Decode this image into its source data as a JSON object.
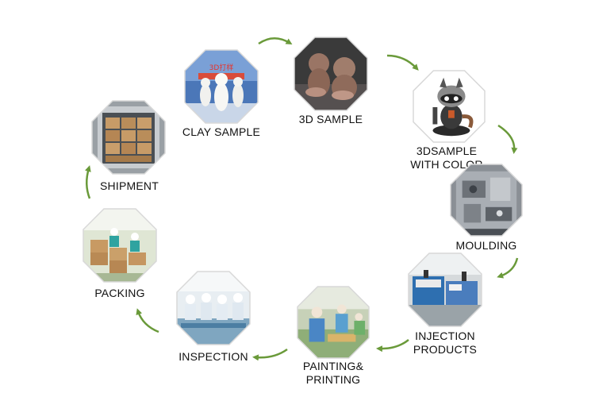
{
  "steps": [
    {
      "label": "CLAY SAMPLE",
      "icon": "white-figurine-photo"
    },
    {
      "label": "3D SAMPLE",
      "icon": "brown-monkey-figurine-photo"
    },
    {
      "label": "3DSAMPLE\nWITH COLOR",
      "icon": "raccoon-figurine-photo"
    },
    {
      "label": "MOULDING",
      "icon": "steel-mould-photo"
    },
    {
      "label": "INJECTION\nPRODUCTS",
      "icon": "injection-factory-photo"
    },
    {
      "label": "PAINTING&\nPRINTING",
      "icon": "painting-workers-photo"
    },
    {
      "label": "INSPECTION",
      "icon": "inspection-workers-photo"
    },
    {
      "label": "PACKING",
      "icon": "packing-warehouse-photo"
    },
    {
      "label": "SHIPMENT",
      "icon": "container-boxes-photo"
    }
  ],
  "colors": {
    "arrow": "#6a9a3a",
    "frame": "#d8d8d8",
    "text": "#111111"
  }
}
